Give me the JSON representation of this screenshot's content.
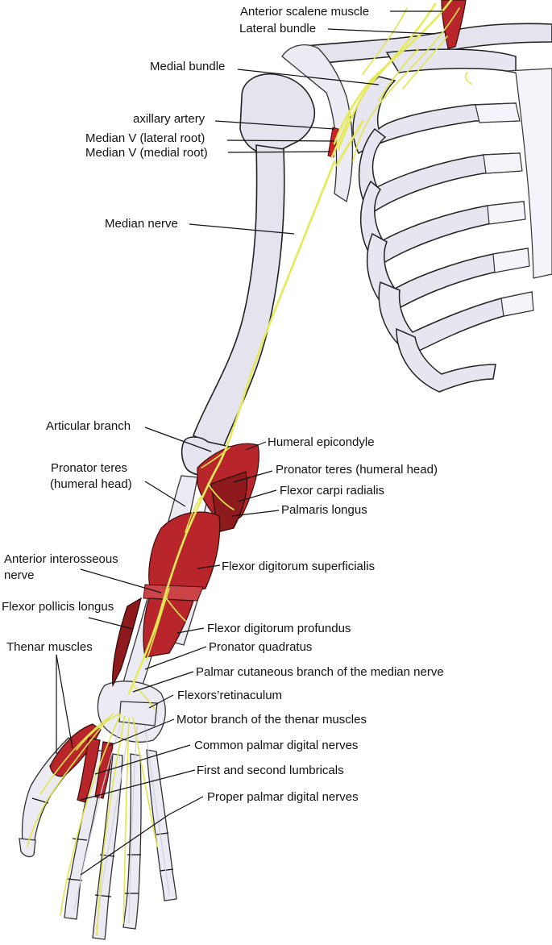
{
  "labels": {
    "anterior_scalene": "Anterior scalene muscle",
    "lateral_bundle": "Lateral bundle",
    "medial_bundle": "Medial bundle",
    "axillary_artery": "axillary artery",
    "median_v_lateral": "Median V (lateral root)",
    "median_v_medial": "Median V (medial root)",
    "median_nerve": "Median nerve",
    "articular_branch": "Articular branch",
    "humeral_epicondyle": "Humeral epicondyle",
    "pronator_teres_left_line1": "Pronator teres",
    "pronator_teres_left_line2": "(humeral head)",
    "pronator_teres_right": "Pronator teres (humeral head)",
    "flexor_carpi_radialis": "Flexor carpi radialis",
    "palmaris_longus": "Palmaris longus",
    "anterior_interosseous_line1": "Anterior interosseous",
    "anterior_interosseous_line2": "nerve",
    "flexor_digitorum_superficialis": "Flexor digitorum superficialis",
    "flexor_pollicis_longus": "Flexor pollicis longus",
    "flexor_digitorum_profundus": "Flexor digitorum profundus",
    "thenar_muscles": "Thenar muscles",
    "pronator_quadratus": "Pronator quadratus",
    "palmar_cutaneous_branch": "Palmar cutaneous branch of the median nerve",
    "flexors_retinaculum": "Flexors’retinaculum",
    "motor_branch_thenar": "Motor branch of the thenar muscles",
    "common_palmar_digital": "Common palmar digital nerves",
    "first_second_lumbricals": "First and second lumbricals",
    "proper_palmar_digital": "Proper palmar digital nerves"
  },
  "colors": {
    "nerve": "#e4ea58",
    "muscle": "#b8262b",
    "bone": "#e4e3ee",
    "outline": "#222222"
  }
}
